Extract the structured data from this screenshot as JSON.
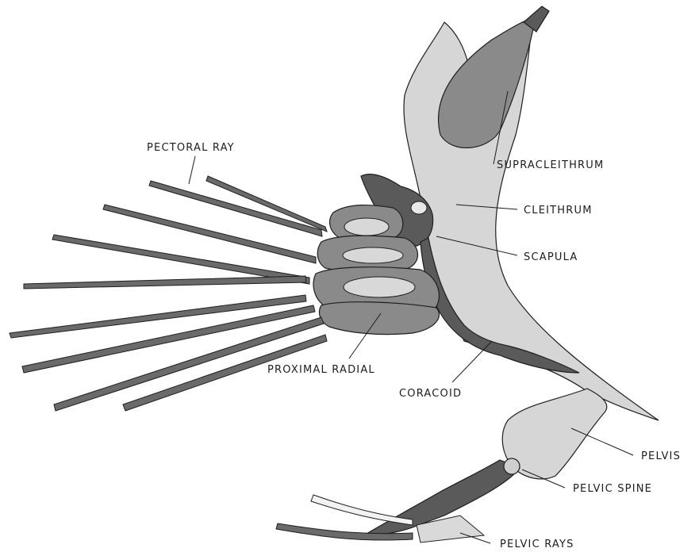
{
  "figure": {
    "labels": {
      "pectoral_ray": "PECTORAL RAY",
      "supracleithrum": "SUPRACLEITHRUM",
      "cleithrum": "CLEITHRUM",
      "scapula": "SCAPULA",
      "proximal_radial": "PROXIMAL RADIAL",
      "coracoid": "CORACOID",
      "pelvis": "PELVIS",
      "pelvic_spine": "PELVIC SPINE",
      "pelvic_rays": "PELVIC RAYS"
    },
    "colors": {
      "ink": "#1d1d1d",
      "bone_dark": "#5a5a5a",
      "bone_light": "#d6d6d6"
    }
  }
}
